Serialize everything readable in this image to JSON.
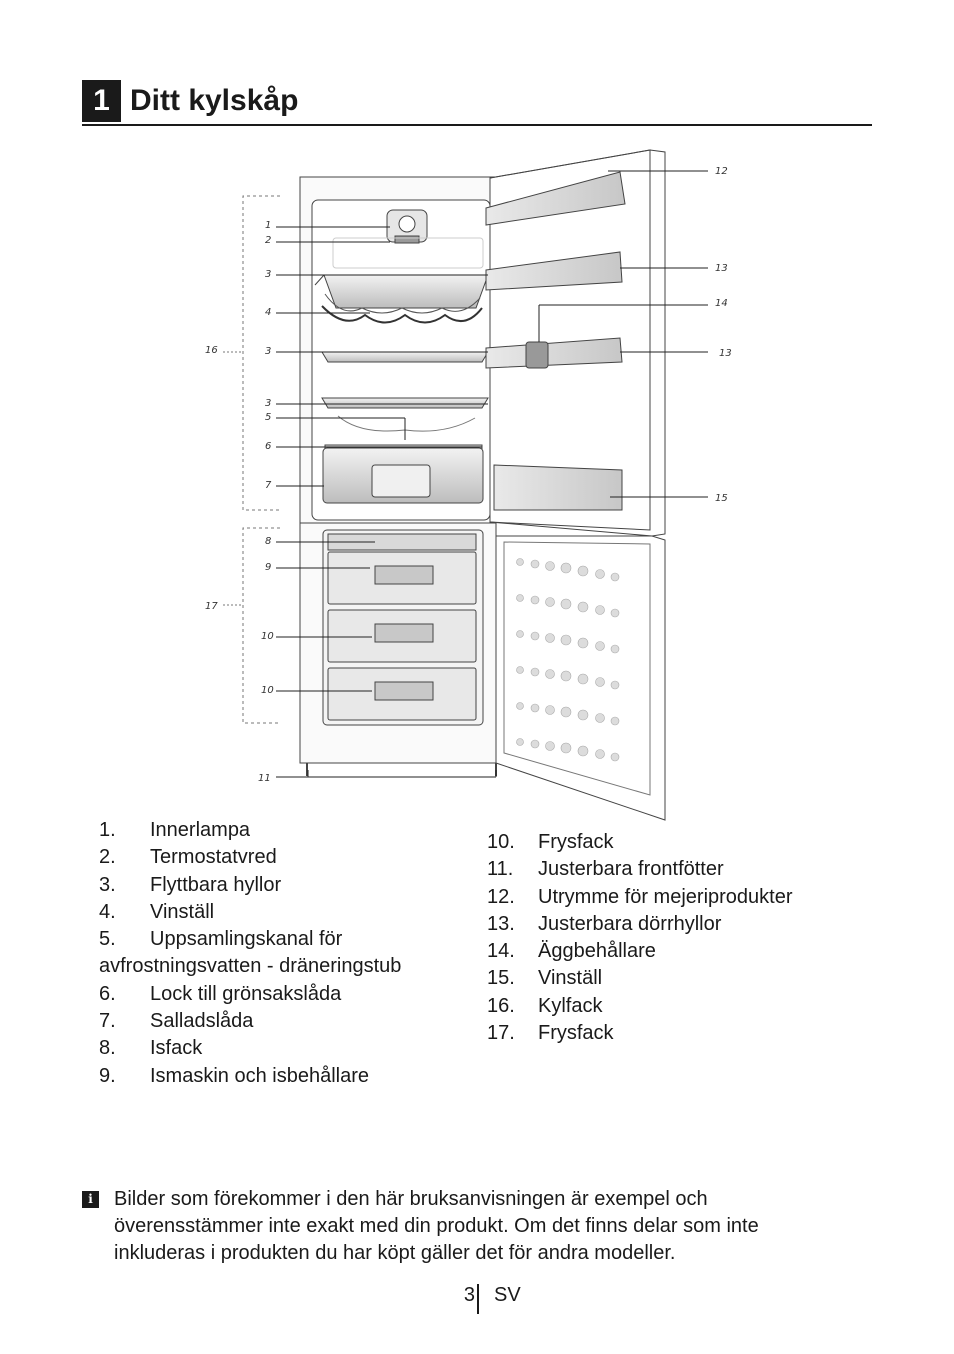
{
  "header": {
    "chapter_number": "1",
    "title": "Ditt kylskåp"
  },
  "diagram": {
    "callouts": [
      "1",
      "2",
      "3",
      "4",
      "3",
      "3",
      "5",
      "6",
      "7",
      "8",
      "9",
      "10",
      "10",
      "11",
      "12",
      "13",
      "14",
      "13",
      "15",
      "16",
      "17"
    ]
  },
  "legend_left": [
    {
      "num": "1.",
      "text": "Innerlampa"
    },
    {
      "num": "2.",
      "text": "Termostatvred"
    },
    {
      "num": "3.",
      "text": "Flyttbara hyllor"
    },
    {
      "num": "4.",
      "text": "Vinställ"
    },
    {
      "num": "5.",
      "text": "Uppsamlingskanal för",
      "cont": "avfrostningsvatten - dräneringstub"
    },
    {
      "num": "6.",
      "text": "Lock till grönsakslåda"
    },
    {
      "num": "7.",
      "text": "Salladslåda"
    },
    {
      "num": "8.",
      "text": "Isfack"
    },
    {
      "num": "9.",
      "text": "Ismaskin och isbehållare"
    }
  ],
  "legend_right": [
    {
      "num": "10.",
      "text": "Frysfack"
    },
    {
      "num": "11.",
      "text": "Justerbara frontfötter"
    },
    {
      "num": "12.",
      "text": "Utrymme för mejeriprodukter"
    },
    {
      "num": "13.",
      "text": "Justerbara dörrhyllor"
    },
    {
      "num": "14.",
      "text": "Äggbehållare"
    },
    {
      "num": "15.",
      "text": "Vinställ"
    },
    {
      "num": "16.",
      "text": "Kylfack"
    },
    {
      "num": "17.",
      "text": "Frysfack"
    }
  ],
  "note": {
    "icon": "info-icon",
    "text": "Bilder som förekommer i den här bruksanvisningen är exempel och överensstämmer inte exakt med din produkt. Om det finns delar som inte inkluderas i produkten du har köpt gäller det för andra modeller."
  },
  "footer": {
    "page_number": "3",
    "language": "SV"
  }
}
